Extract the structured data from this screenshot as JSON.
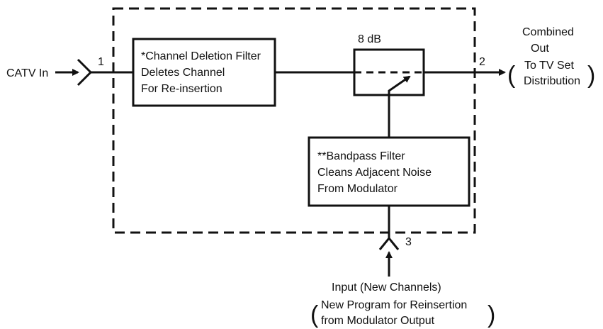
{
  "input": {
    "label": "CATV In"
  },
  "ports": {
    "p1": "1",
    "p2": "2",
    "p3": "3"
  },
  "filter": {
    "line1": "*Channel Deletion Filter",
    "line2": "Deletes Channel",
    "line3": "For Re-insertion"
  },
  "coupler": {
    "label": "8 dB"
  },
  "bandpass": {
    "line1": "**Bandpass Filter",
    "line2": "Cleans Adjacent Noise",
    "line3": "From Modulator"
  },
  "output": {
    "line1": "Combined",
    "line2": "Out",
    "paren_open": "(",
    "paren_line1": "To TV Set",
    "paren_line2": "Distribution",
    "paren_close": ")"
  },
  "new_input": {
    "title": "Input (New Channels)",
    "paren_open": "(",
    "line1": "New Program for Reinsertion",
    "line2": "from Modulator Output",
    "paren_close": ")"
  }
}
